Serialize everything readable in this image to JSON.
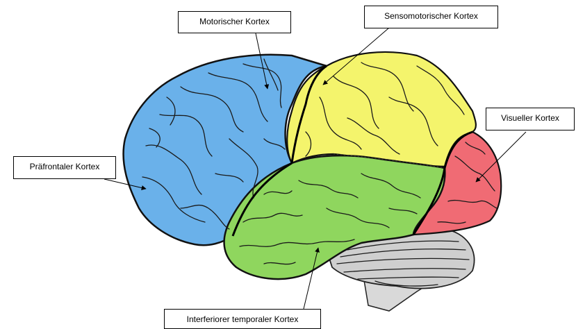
{
  "labels": {
    "motor": "Motorischer Kortex",
    "sensorimotor": "Sensomotorischer Kortex",
    "visual": "Visueller Kortex",
    "prefrontal": "Präfrontaler Kortex",
    "temporal": "Interferiorer temporaler Kortex"
  },
  "colors": {
    "frontal": "#6ab1ea",
    "parietal": "#f4f46c",
    "temporal": "#8fd65e",
    "occipital": "#f06b74",
    "cerebellum": "#cfcfcf",
    "brainstem": "#d9d9d9"
  }
}
